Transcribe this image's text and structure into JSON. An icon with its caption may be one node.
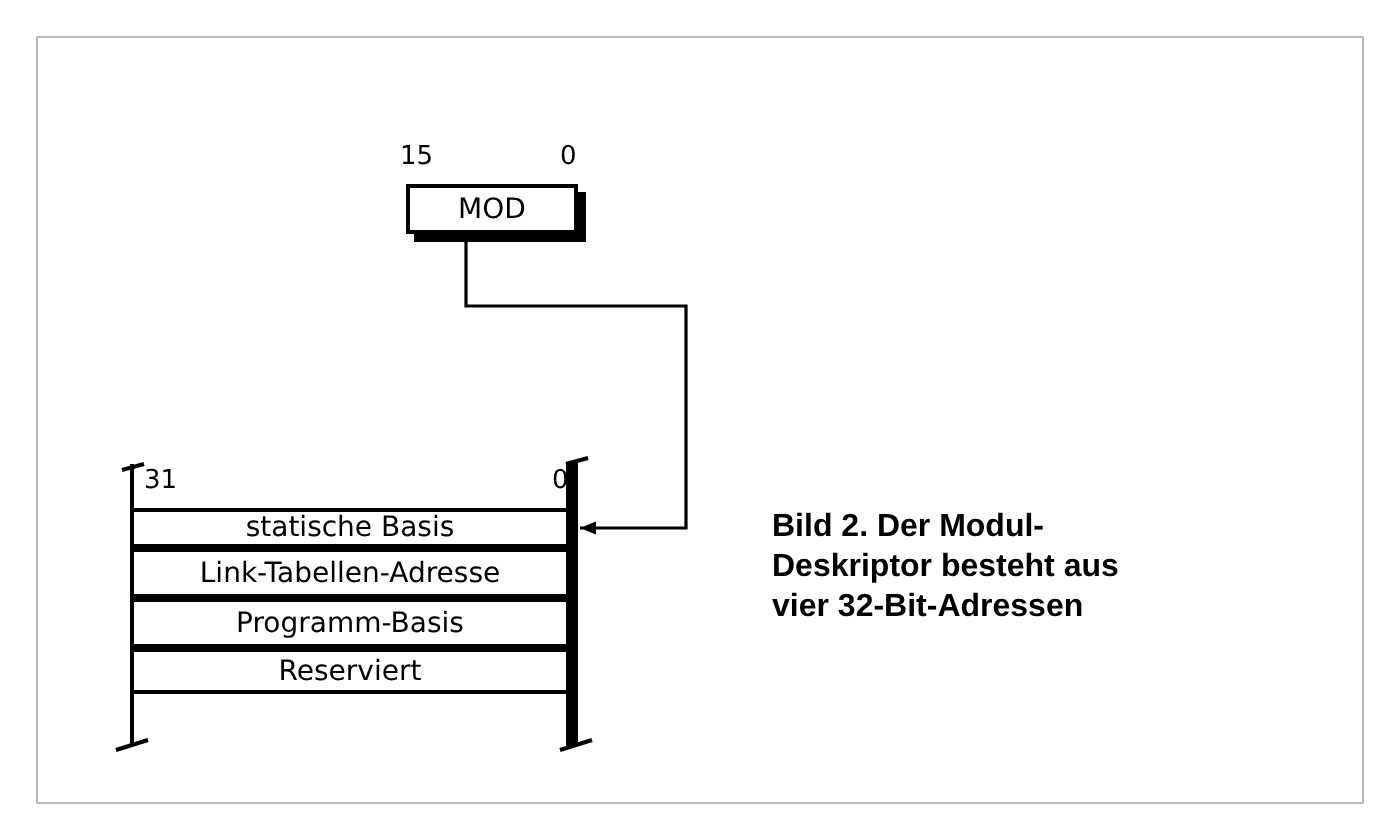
{
  "diagram": {
    "caption": "Bild 2. Der Modul-Deskriptor besteht aus vier 32-Bit-Adressen",
    "nodes": [
      {
        "text": [
          "MOD"
        ]
      },
      {
        "text": [
          "statische Basis"
        ]
      },
      {
        "text": [
          "Link-Tabellen-Adresse"
        ]
      },
      {
        "text": [
          "Programm-Basis"
        ]
      },
      {
        "text": [
          "Reserviert"
        ]
      }
    ],
    "edges": [
      {
        "from": 0,
        "to": 1,
        "arrow": "to"
      }
    ],
    "labels": [
      "15",
      "0",
      "31",
      "0"
    ]
  }
}
